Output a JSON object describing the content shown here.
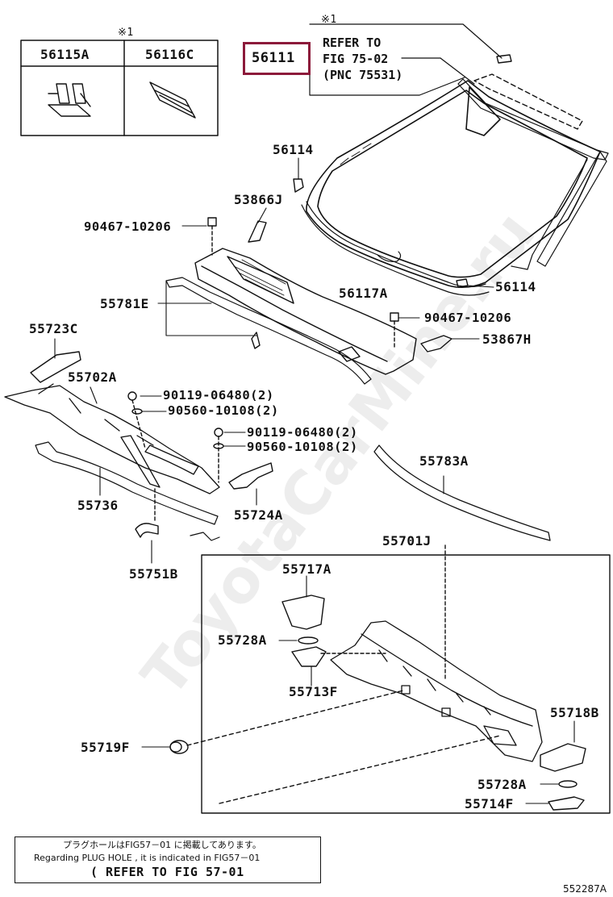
{
  "accent_color": "#8c1a3a",
  "watermark": "ToyotaCarMine.ru",
  "legend_table": {
    "mark": "※1",
    "col1": "56115A",
    "col2": "56116C"
  },
  "highlighted_part": "56111",
  "windshield_mark": "※1",
  "refer_lines": [
    "REFER TO",
    "FIG 75-02",
    "(PNC 75531)"
  ],
  "parts": {
    "p56114_top": "56114",
    "p53866J": "53866J",
    "p90467_a": "90467-10206",
    "p55781E": "55781E",
    "p56117A": "56117A",
    "p56114_bot": "56114",
    "p90467_b": "90467-10206",
    "p53867H": "53867H",
    "p55723C": "55723C",
    "p55702A": "55702A",
    "p90119_a": "90119-06480(2)",
    "p90560_a": "90560-10108(2)",
    "p90119_b": "90119-06480(2)",
    "p90560_b": "90560-10108(2)",
    "p55736": "55736",
    "p55724A": "55724A",
    "p55783A": "55783A",
    "p55751B": "55751B",
    "p55701J": "55701J",
    "p55717A": "55717A",
    "p55728A_a": "55728A",
    "p55713F": "55713F",
    "p55718B": "55718B",
    "p55719F": "55719F",
    "p55728A_b": "55728A",
    "p55714F": "55714F"
  },
  "footer_note": {
    "jp": "プラグホールはFIG57－01 に掲載してあります。",
    "en": "Regarding PLUG HOLE , it is indicated in FIG57－01",
    "refer": "( REFER TO FIG 57-01"
  },
  "figure_code": "552287A"
}
